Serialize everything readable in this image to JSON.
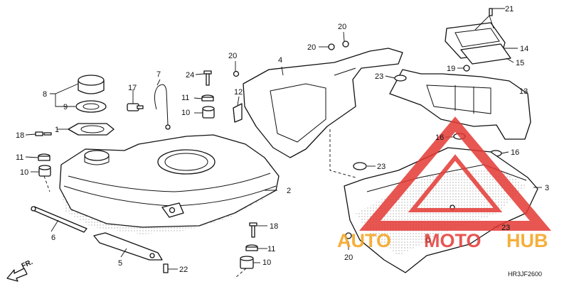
{
  "callouts": {
    "n1": "1",
    "n2": "2",
    "n3": "3",
    "n4": "4",
    "n5": "5",
    "n6": "6",
    "n7": "7",
    "n8": "8",
    "n9": "9",
    "n10a": "10",
    "n10b": "10",
    "n10c": "10",
    "n11a": "11",
    "n11b": "11",
    "n11c": "11",
    "n12": "12",
    "n13": "13",
    "n14": "14",
    "n15": "15",
    "n16a": "16",
    "n16b": "16",
    "n17": "17",
    "n18a": "18",
    "n18b": "18",
    "n19": "19",
    "n20a": "20",
    "n20b": "20",
    "n20c": "20",
    "n20d": "20",
    "n21": "21",
    "n22": "22",
    "n23a": "23",
    "n23b": "23",
    "n23c": "23",
    "n24": "24"
  },
  "direction_label": "FR.",
  "reference_code": "HR3JF2600",
  "watermark": {
    "part1": "AUTO",
    "part2": "MOTO",
    "part3": "HUB",
    "color": "#e53935",
    "accent": "#f4a21c"
  }
}
